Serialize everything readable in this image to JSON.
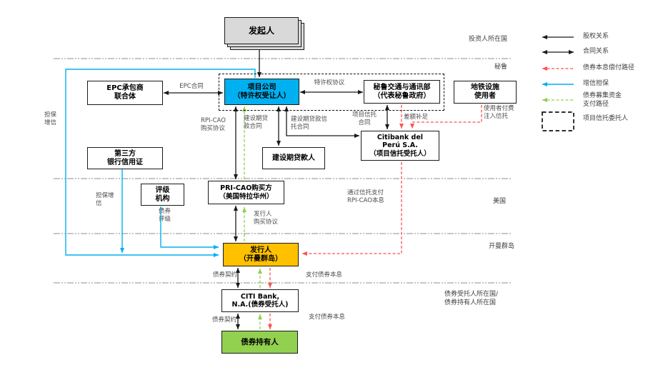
{
  "nodes": {
    "sponsor": {
      "label": "发起人"
    },
    "epc_consortium": {
      "label": "EPC承包商\n联合体"
    },
    "project_company": {
      "label": "项目公司\n（特许权受让人）"
    },
    "motc_peru": {
      "label": "秘鲁交通与通讯部\n（代表秘鲁政府）"
    },
    "metro_users": {
      "label": "地铁设施\n使用者"
    },
    "citibank_peru": {
      "label": "Citibank del\nPerú S.A.\n（项目信托受托人）"
    },
    "third_party_loc": {
      "label": "第三方\n银行信用证"
    },
    "construction_lender": {
      "label": "建设期贷款人"
    },
    "rating_agency": {
      "label": "评级\n机构"
    },
    "pri_cao_buyer": {
      "label": "PRI-CAO购买方\n（美国特拉华州）"
    },
    "issuer": {
      "label": "发行人\n（开曼群岛）"
    },
    "citi_bank_na": {
      "label": "CITI Bank,\nN.A.(债券受托人)"
    },
    "bondholders": {
      "label": "债券持有人"
    }
  },
  "edge_labels": {
    "epc_contract": "EPC合同",
    "concession_agreement": "特许权协议",
    "guarantee_left": "担保\n增信",
    "rpi_cao_purchase": "RPI-CAO\n购买协议",
    "construction_loan": "建设期贷\n款合同",
    "construction_loan_trust": "建设期贷款信\n托合同",
    "project_trust_contract": "项目信托\n合同",
    "shortfall_topup": "差额补足",
    "user_fees_to_trust": "使用者付费\n注入信托",
    "guarantee_mid": "担保增\n信",
    "bond_rating": "债券\n评级",
    "trust_payment_rpi_cao": "通过信托支付\nRPI-CAO本息",
    "issuer_purchase": "发行人\n购买协议",
    "bond_indenture_top": "债券契约",
    "pay_bond_ps_top": "支付债券本息",
    "bond_indenture_bottom": "债券契约",
    "pay_bond_ps_bottom": "支付债券本息"
  },
  "regions": {
    "investor_country": "投资人所在国",
    "peru": "秘鲁",
    "usa": "美国",
    "cayman": "开曼群岛",
    "trustee_country": "债券受托人所在国/\n债券持有人所在国"
  },
  "legend": {
    "items": [
      {
        "symbol": "single-black-arrow",
        "label": "股权关系"
      },
      {
        "symbol": "double-black-arrow",
        "label": "合同关系"
      },
      {
        "symbol": "red-dashed-arrow",
        "label": "债券本息偿付路径"
      },
      {
        "symbol": "cyan-solid-arrow",
        "label": "增信担保"
      },
      {
        "symbol": "green-dashed-arrow",
        "label": "债券募集资金\n支付路径"
      },
      {
        "symbol": "dashed-box",
        "label": "项目信托委托人"
      }
    ]
  },
  "colors": {
    "node_blue": "#00B0F0",
    "node_amber": "#FFC000",
    "node_green": "#92D050",
    "node_grey": "#D9D9D9",
    "line_black": "#1a1a1a",
    "line_red": "#FF5050",
    "line_cyan": "#00B0F0",
    "line_green": "#92D050"
  }
}
